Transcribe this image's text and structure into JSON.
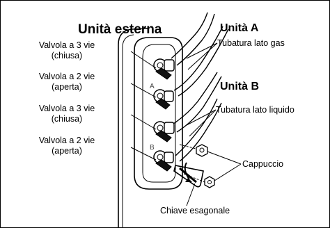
{
  "title": "Unità esterna",
  "unit_a": "Unità A",
  "unit_b": "Unità B",
  "valves": [
    {
      "type": "Valvola a 3 vie",
      "state": "(chiusa)"
    },
    {
      "type": "Valvola a 2 vie",
      "state": "(aperta)"
    },
    {
      "type": "Valvola a 3 vie",
      "state": "(chiusa)"
    },
    {
      "type": "Valvola a 2 vie",
      "state": "(aperta)"
    }
  ],
  "pipe_gas": "Tubatura lato gas",
  "pipe_liquid": "Tubatura lato liquido",
  "cap": "Cappuccio",
  "hex_key": "Chiave esagonale",
  "marks": {
    "a": "A",
    "b": "B"
  }
}
